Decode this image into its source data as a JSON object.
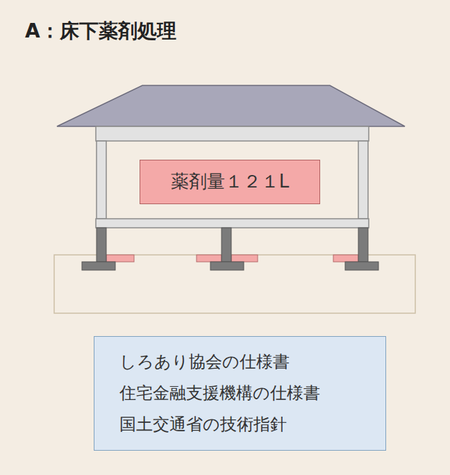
{
  "diagram": {
    "title": "A：床下薬剤処理",
    "nodes": [
      {
        "text": [
          "薬剤量１２１L"
        ]
      },
      {
        "text": [
          "しろあり協会の仕様書",
          "住宅金融支援機構の仕様書",
          "国土交通省の技術指針"
        ]
      }
    ]
  }
}
